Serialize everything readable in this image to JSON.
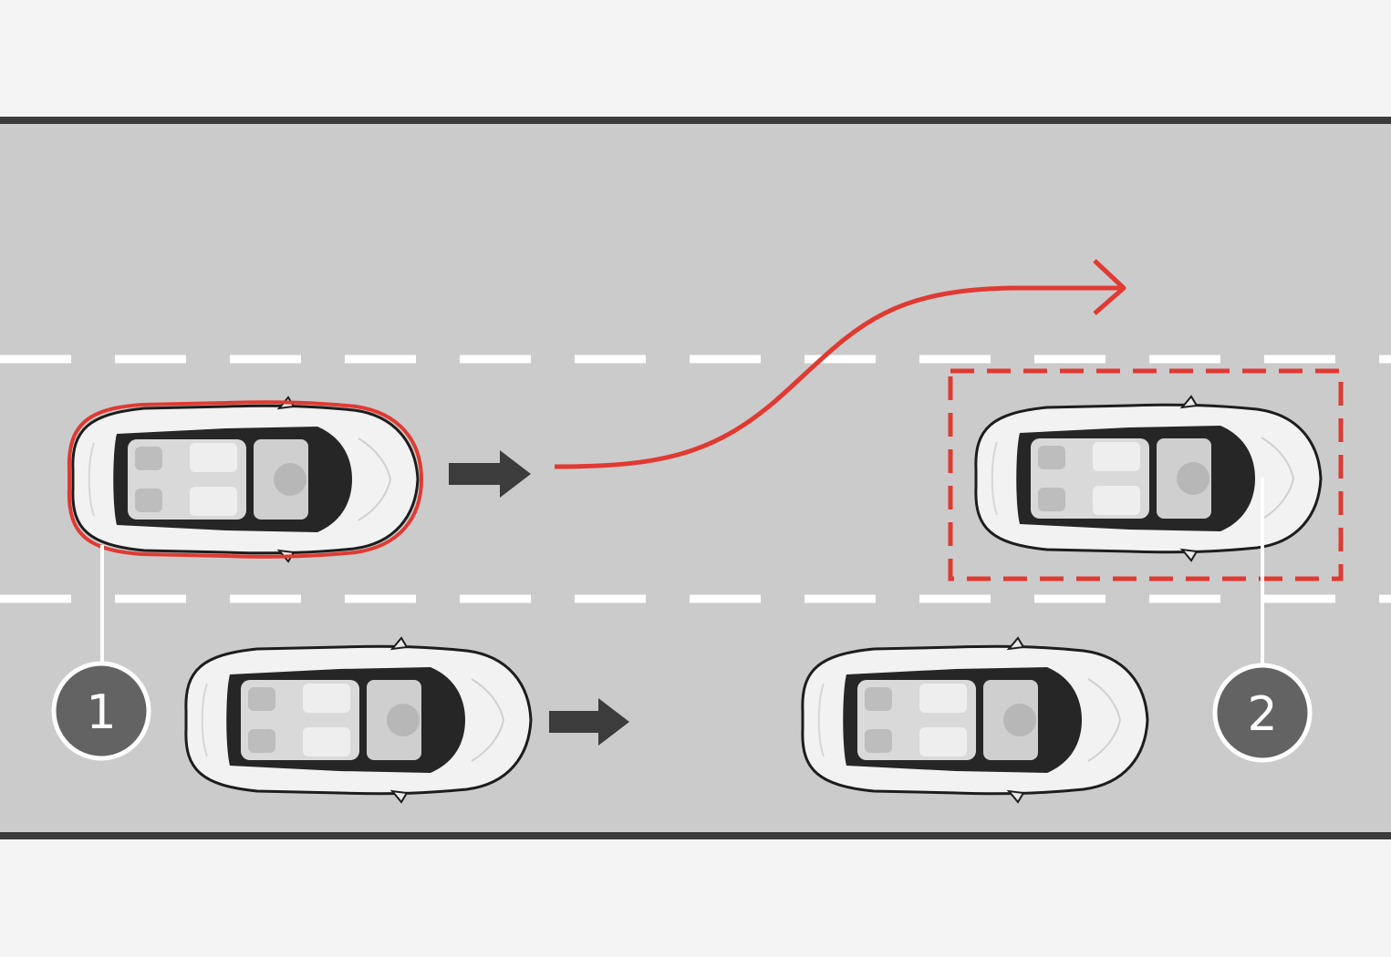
{
  "colors": {
    "background": "#f4f4f4",
    "road": "#cbcbcb",
    "road_edge": "#3b3b3b",
    "lane_marking": "#ffffff",
    "highlight": "#e03a32",
    "direction_arrow": "#3c3c3c",
    "callout_fill": "#636363",
    "car_body": "#f2f2f2",
    "car_glass": "#262626"
  },
  "vehicles": [
    {
      "id": "own-vehicle",
      "lane": "middle",
      "highlighted": "outline"
    },
    {
      "id": "target-vehicle",
      "lane": "middle",
      "highlighted": "dashed-box"
    },
    {
      "id": "vehicle-lower-left",
      "lane": "lower",
      "highlighted": "none"
    },
    {
      "id": "vehicle-lower-right",
      "lane": "lower",
      "highlighted": "none"
    }
  ],
  "callouts": [
    {
      "id": "callout-1",
      "label": "1"
    },
    {
      "id": "callout-2",
      "label": "2"
    }
  ],
  "paths": {
    "lane_change": {
      "from_lane": "middle",
      "to_lane": "upper",
      "icon": "curved-arrow-right"
    },
    "motion_arrows": [
      "arrow-right",
      "arrow-right"
    ]
  }
}
